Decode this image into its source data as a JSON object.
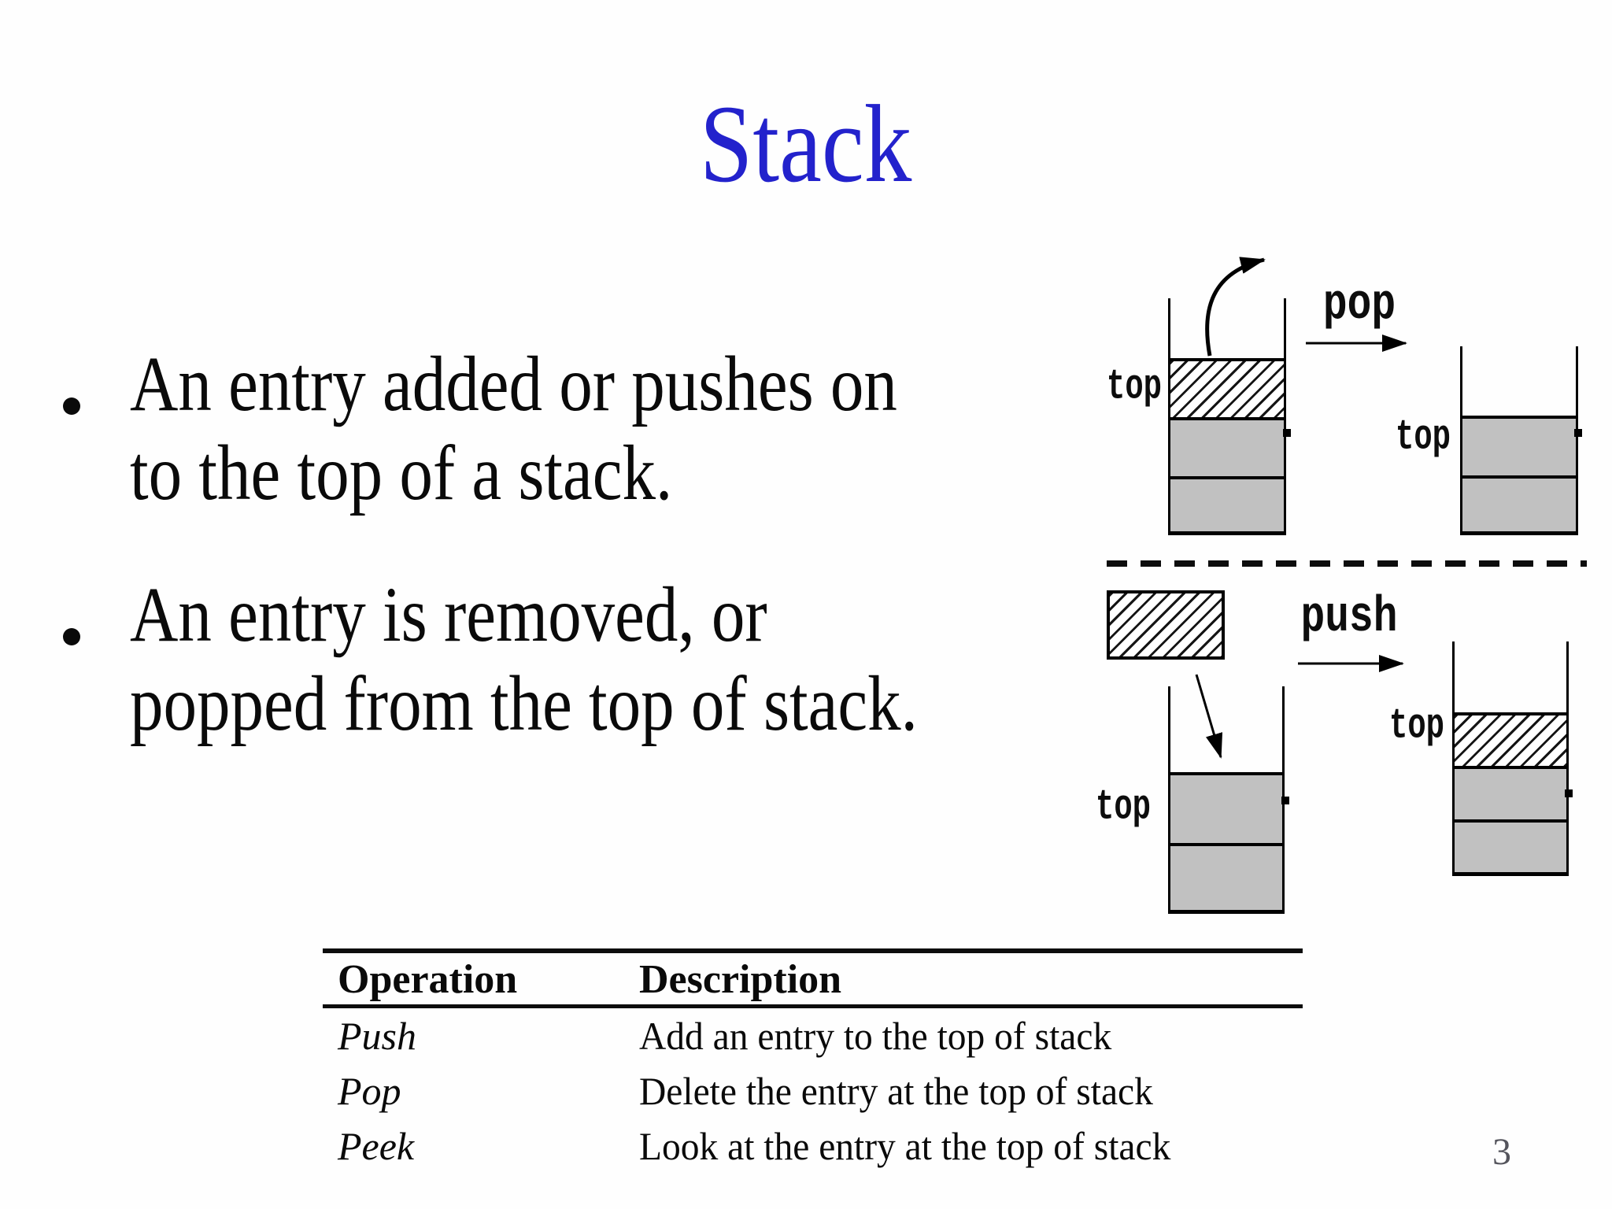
{
  "slide": {
    "title": "Stack",
    "page_number": "3"
  },
  "bullets": [
    {
      "lines": [
        "An entry added or pushes on",
        "to the top of a stack."
      ]
    },
    {
      "lines": [
        "An entry is removed, or",
        "popped from the top of stack."
      ]
    }
  ],
  "diagram": {
    "pop": {
      "label": "pop",
      "before_top_label": "top",
      "after_top_label": "top"
    },
    "push": {
      "label": "push",
      "before_top_label": "top",
      "after_top_label": "top"
    }
  },
  "table": {
    "headers": [
      "Operation",
      "Description"
    ],
    "rows": [
      {
        "operation": "Push",
        "description": "Add an entry to the top of stack"
      },
      {
        "operation": "Pop",
        "description": "Delete the entry at the top of stack"
      },
      {
        "operation": "Peek",
        "description": "Look at the entry at the top of stack"
      }
    ]
  },
  "colors": {
    "title_blue": "#2322cc",
    "box_gray": "#c1c1c1",
    "ink": "#0a0a0a"
  }
}
